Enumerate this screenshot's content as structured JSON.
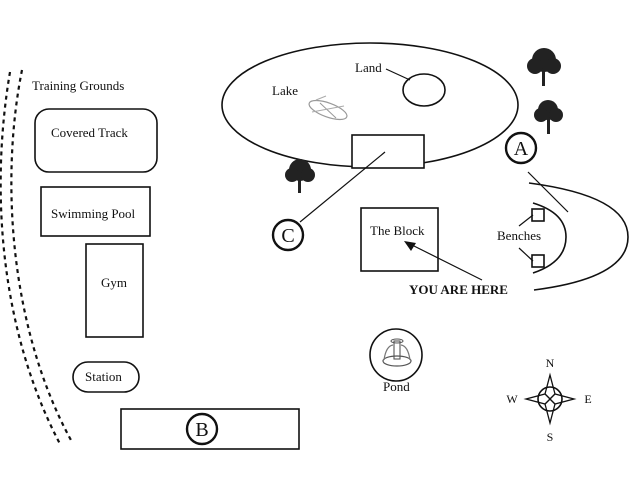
{
  "map": {
    "area_label": "Training Grounds",
    "lake": "Lake",
    "land": "Land",
    "covered_track": "Covered Track",
    "swimming_pool": "Swimming Pool",
    "gym": "Gym",
    "station": "Station",
    "the_block": "The Block",
    "benches": "Benches",
    "you_are_here": "YOU ARE HERE",
    "pond": "Pond",
    "markers": {
      "a": "A",
      "b": "B",
      "c": "C"
    },
    "compass": {
      "n": "N",
      "s": "S",
      "e": "E",
      "w": "W"
    }
  },
  "colors": {
    "ink": "#111111",
    "tree": "#222222",
    "background": "#ffffff"
  }
}
